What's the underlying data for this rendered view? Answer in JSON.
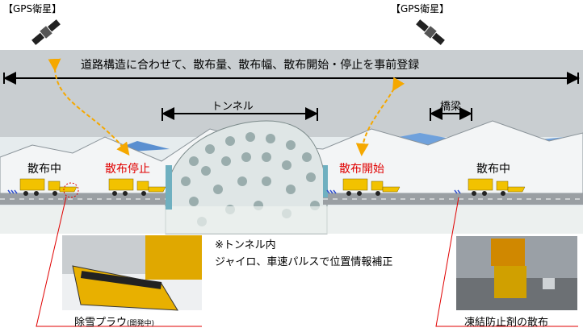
{
  "satellites": {
    "left_label": "【GPS衛星】",
    "right_label": "【GPS衛星】"
  },
  "headline": "道路構造に合わせて、散布量、散布幅、散布開始・停止を事前登録",
  "spans": {
    "tunnel": "トンネル",
    "bridge": "橋梁"
  },
  "status_labels": {
    "spreading_1": "散布中",
    "stop": "散布停止",
    "start": "散布開始",
    "spreading_2": "散布中"
  },
  "note": {
    "line1": "※トンネル内",
    "line2": "ジャイロ、車速パルスで位置情報補正"
  },
  "photos": {
    "plow_caption": "除雪プラウ",
    "plow_sub": "(開発中)",
    "spray_caption": "凍結防止剤の散布"
  },
  "colors": {
    "sky": "#c9ced1",
    "stop_start_text": "#e00000",
    "dashed_arrow": "#f5a800",
    "truck": "#f2c200",
    "callout_line": "#e00000"
  }
}
